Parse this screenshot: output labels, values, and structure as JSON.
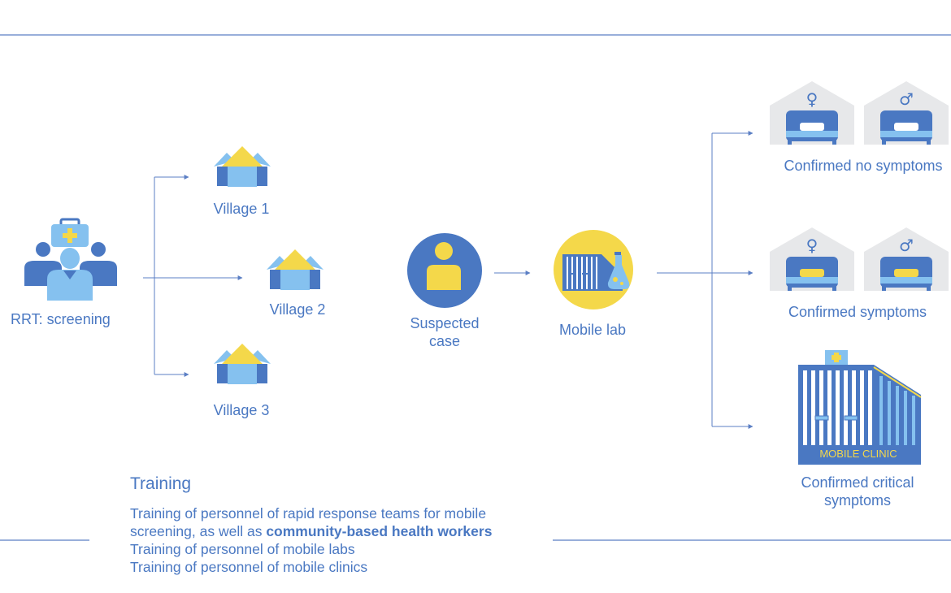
{
  "nodes": {
    "rrt": "RRT: screening",
    "village1": "Village 1",
    "village2": "Village 2",
    "village3": "Village 3",
    "suspected_line1": "Suspected",
    "suspected_line2": "case",
    "mobile_lab": "Mobile lab",
    "confirmed_no_symptoms": "Confirmed no symptoms",
    "confirmed_symptoms": "Confirmed symptoms",
    "critical_line1": "Confirmed critical",
    "critical_line2": "symptoms",
    "clinic_sign": "MOBILE CLINIC"
  },
  "training": {
    "title": "Training",
    "line1": "Training of personnel of rapid response teams for mobile",
    "line2_prefix": "screening, as well as ",
    "line2_bold": "community-based health workers",
    "line3": "Training of personnel of mobile labs",
    "line4": "Training of personnel of mobile clinics"
  },
  "colors": {
    "primary_blue": "#4a78c2",
    "light_blue": "#85c1ef",
    "yellow": "#f4d84a",
    "grey": "#e7e8ea",
    "line": "#5b7fc4"
  },
  "icons": {
    "rrt": "medical-team-icon",
    "village": "house-icon",
    "suspected": "person-icon",
    "lab": "mobile-lab-icon",
    "ward": "hospital-ward-icon",
    "clinic": "mobile-clinic-icon"
  }
}
